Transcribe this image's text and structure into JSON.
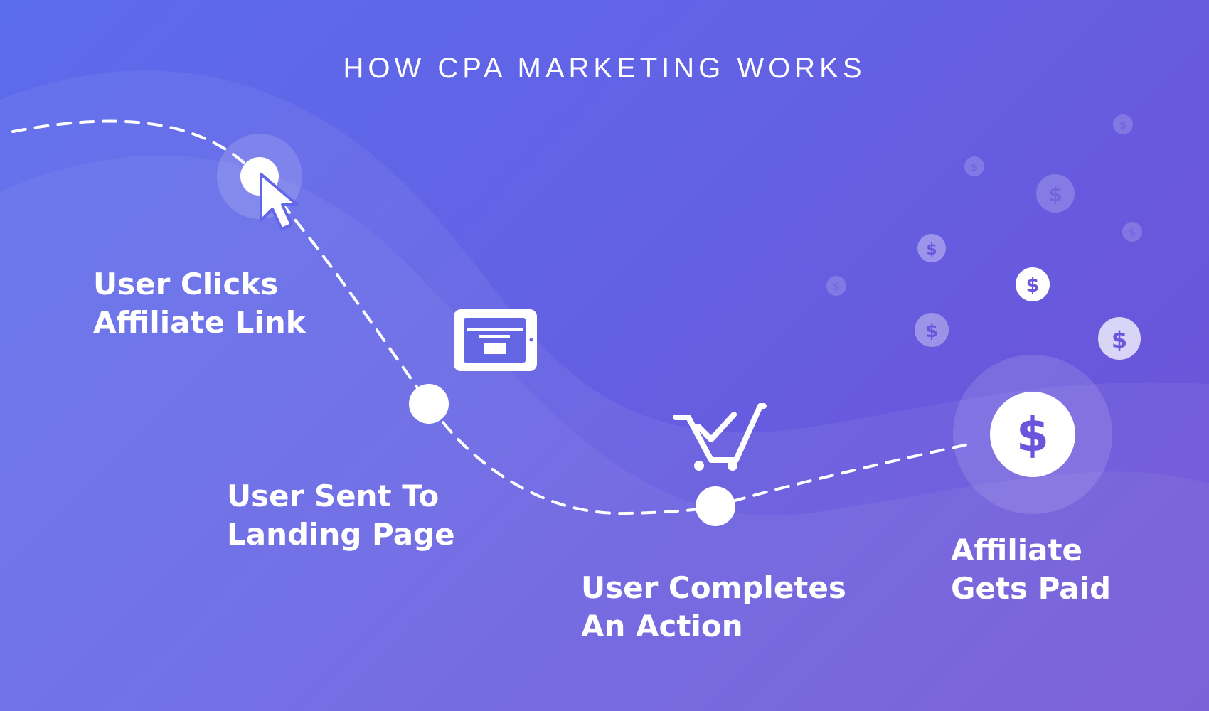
{
  "title": "HOW CPA MARKETING WORKS",
  "steps": [
    {
      "line1": "User Clicks",
      "line2": "Affiliate Link",
      "icon": "cursor-icon"
    },
    {
      "line1": "User Sent To",
      "line2": "Landing Page",
      "icon": "tablet-icon"
    },
    {
      "line1": "User Completes",
      "line2": "An Action",
      "icon": "cart-check-icon"
    },
    {
      "line1": "Affiliate",
      "line2": "Gets Paid",
      "icon": "dollar-coin-icon"
    }
  ],
  "currency_symbol": "$",
  "colors": {
    "background_start": "#5b6cec",
    "background_end": "#6f4fd4",
    "foreground": "#ffffff",
    "accent": "#6a55dc"
  }
}
